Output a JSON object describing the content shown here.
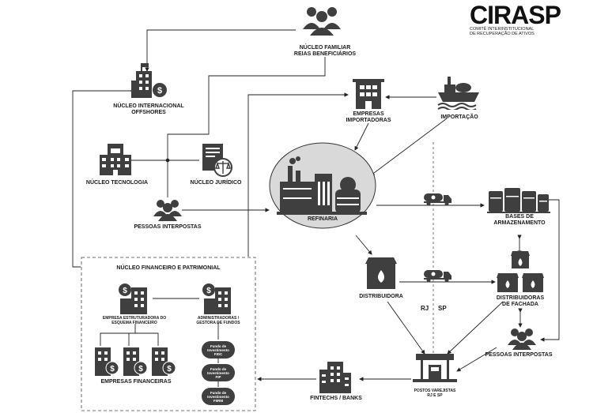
{
  "logo": {
    "name": "CIRASP",
    "line1": "COMITÊ INTERINSTITUCIONAL",
    "line2": "DE RECUPERAÇÃO DE ATIVOS"
  },
  "nodes": {
    "familia": "NÚCLEO FAMILIAR\nREIAS BENEFICIÁRIOS",
    "offshores": "NÚCLEO INTERNACIONAL\nOFFSHORES",
    "importadoras": "EMPRESAS\nIMPORTADORAS",
    "importacao": "IMPORTAÇÃO",
    "tecnologia": "NÚCLEO TECNOLOGIA",
    "juridico": "NÚCLEO JURÍDICO",
    "refinaria": "REFINARIA",
    "pessoas1": "PESSOAS INTERPOSTAS",
    "bases": "BASES DE\nARMAZENAMENTO",
    "distribuidora": "DISTRIBUIDORA",
    "fachada": "DISTRIBUIDORAS\nDE FACHADA",
    "pessoas2": "PESSOAS INTERPOSTAS",
    "postos": "POSTOS VAREJISTAS\nRJ E SP",
    "fintechs": "FINTECHS / BANKS",
    "estruturadora": "EMPRESA ESTRUTURADORA DO\nESQUEMA FINANCEIRO",
    "administradoras": "ADMINISTRADORAS /\nGESTORA DE FUNDOS",
    "financeiras": "EMPRESAS FINANCEIRAS"
  },
  "panel_title": "NÚCLEO FINANCEIRO E PATRIMONIAL",
  "funds": [
    {
      "l1": "Fundo de",
      "l2": "Investimento",
      "l3": "FIDC"
    },
    {
      "l1": "Fundo de",
      "l2": "Investimento",
      "l3": "FIP"
    },
    {
      "l1": "Fundo de",
      "l2": "Investimento",
      "l3": "FIIRM"
    }
  ],
  "divider": {
    "left": "RJ",
    "right": "SP"
  },
  "colors": {
    "ink": "#3f3f3f",
    "circle": "#d9d9d9",
    "line": "#222222"
  }
}
